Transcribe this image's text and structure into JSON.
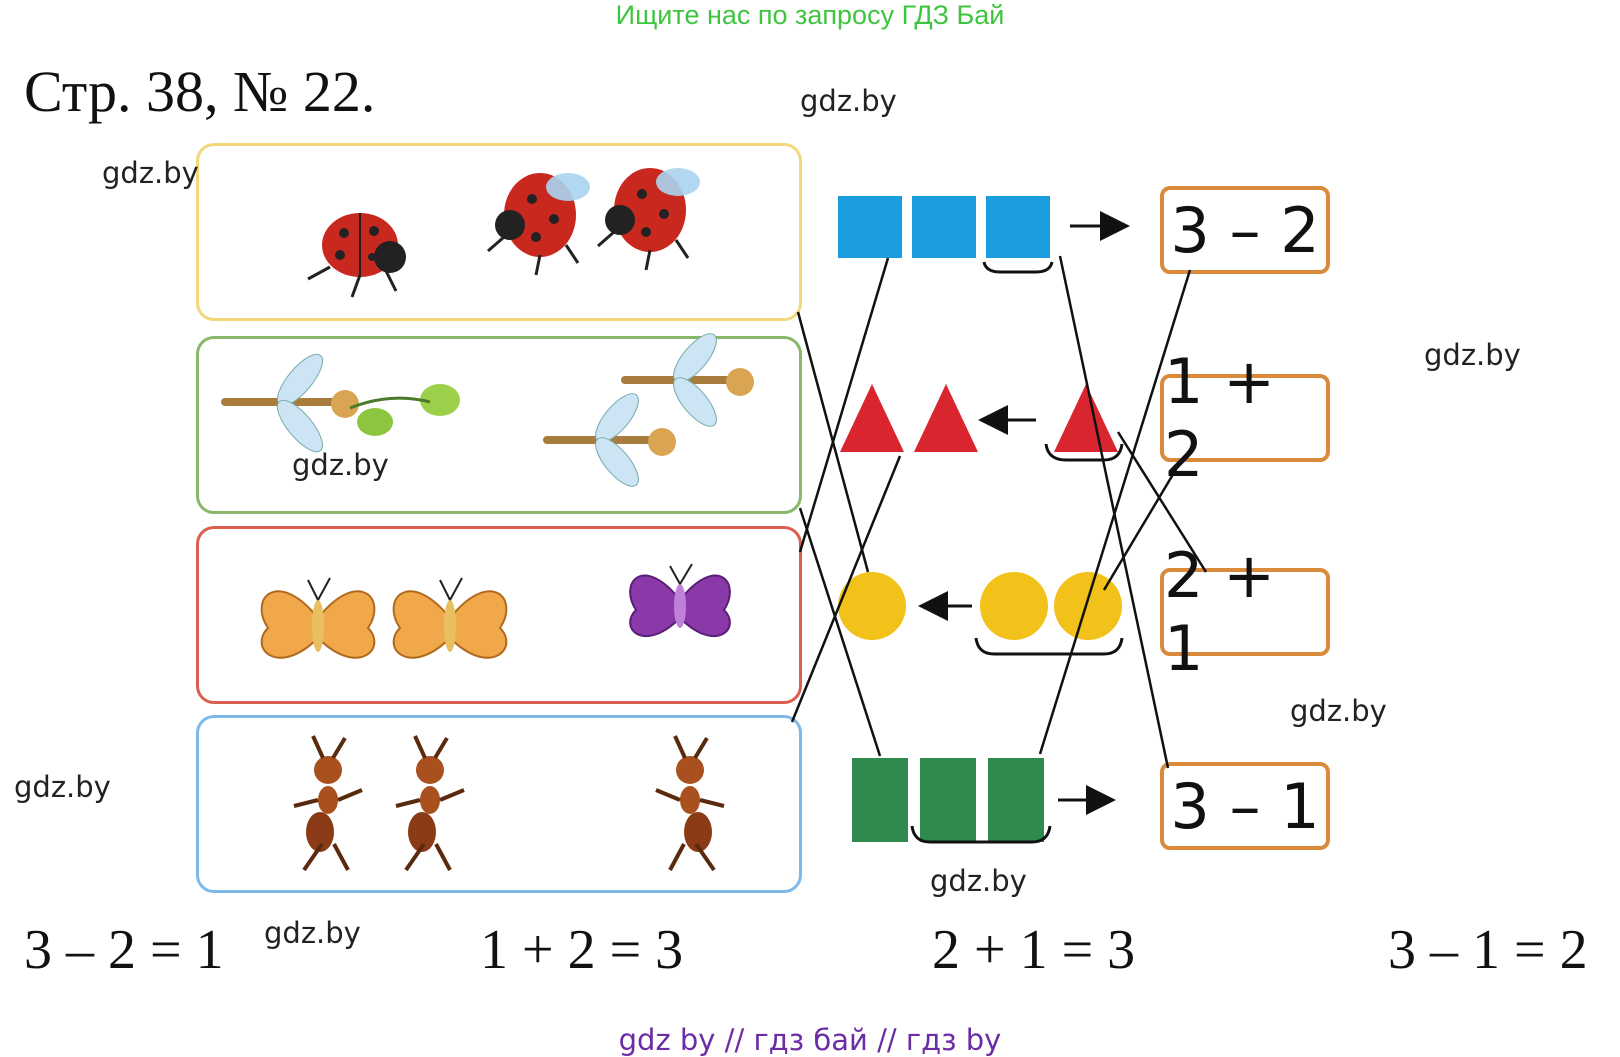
{
  "banner": "Ищите нас по запросу ГДЗ Бай",
  "title": "Стр. 38, № 22.",
  "watermarks": [
    "gdz.by",
    "gdz.by",
    "gdz.by",
    "gdz.by",
    "gdz.by",
    "gdz.by",
    "gdz.by",
    "gdz.by"
  ],
  "expressions": [
    "3 – 2",
    "1 + 2",
    "2 + 1",
    "3 – 1"
  ],
  "answers": [
    "3 – 2 = 1",
    "1 + 2 = 3",
    "2 + 1 = 3",
    "3 – 1 = 2"
  ],
  "footer": "gdz by  //  гдз бай  //  гдз by",
  "colors": {
    "box_ladybugs": "#f3d77a",
    "box_dragonflies": "#8ab86a",
    "box_butterflies": "#d9604f",
    "box_ants": "#7fb9e8",
    "square_blue": "#1a9ee0",
    "triangle_red": "#d9252e",
    "circle_yellow": "#f2c21b",
    "square_green": "#2f8a4e",
    "expression_border": "#d98a3a"
  },
  "pictures": {
    "box1": [
      "ladybug-icon",
      "ladybug-icon",
      "ladybug-icon"
    ],
    "box2": [
      "dragonfly-icon",
      "dragonfly-icon",
      "dragonfly-icon"
    ],
    "box3": [
      "butterfly-icon",
      "butterfly-icon",
      "butterfly-icon"
    ],
    "box4": [
      "ant-icon",
      "ant-icon",
      "ant-icon"
    ]
  }
}
